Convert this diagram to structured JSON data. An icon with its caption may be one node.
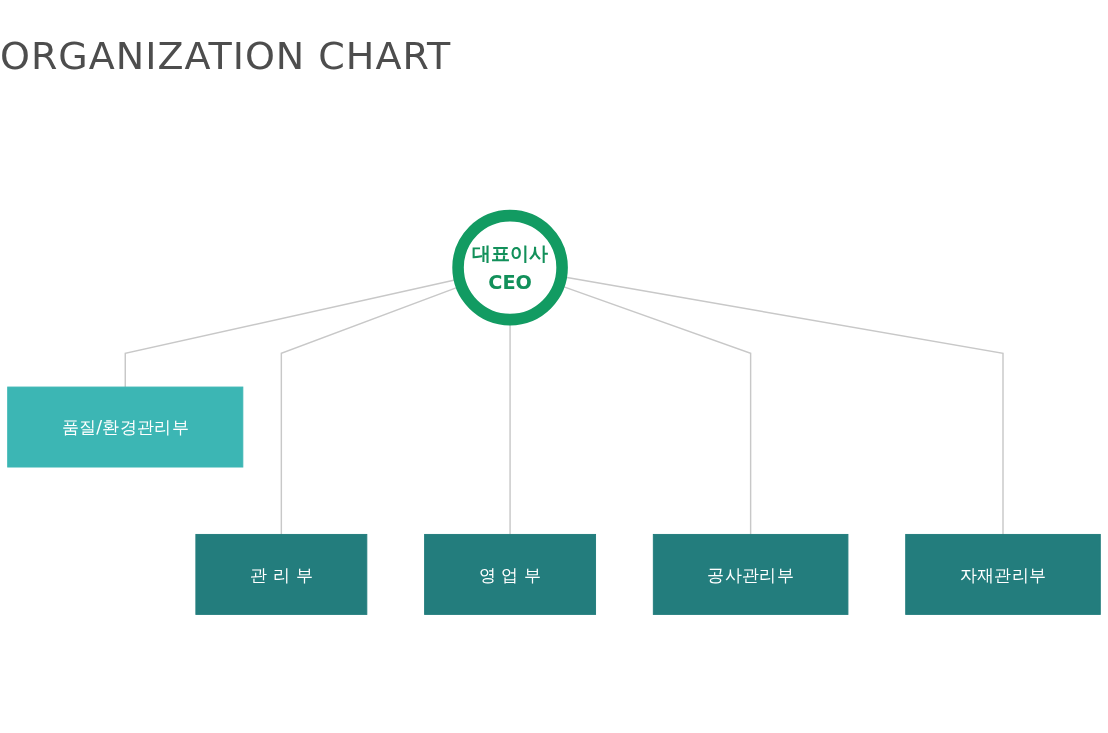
{
  "diagram": {
    "title": "ORGANIZATION CHART",
    "nodes": [
      {
        "text": [
          "대표이사",
          "CEO"
        ]
      },
      {
        "text": [
          "품질/환경관리부"
        ]
      },
      {
        "text": [
          "관 리 부"
        ]
      },
      {
        "text": [
          "영 업 부"
        ]
      },
      {
        "text": [
          "공사관리부"
        ]
      },
      {
        "text": [
          "자재관리부"
        ]
      }
    ],
    "edges": [
      {
        "from": 0,
        "to": 1,
        "arrow": "none"
      },
      {
        "from": 0,
        "to": 2,
        "arrow": "none"
      },
      {
        "from": 0,
        "to": 3,
        "arrow": "none"
      },
      {
        "from": 0,
        "to": 4,
        "arrow": "none"
      },
      {
        "from": 0,
        "to": 5,
        "arrow": "none"
      }
    ]
  }
}
